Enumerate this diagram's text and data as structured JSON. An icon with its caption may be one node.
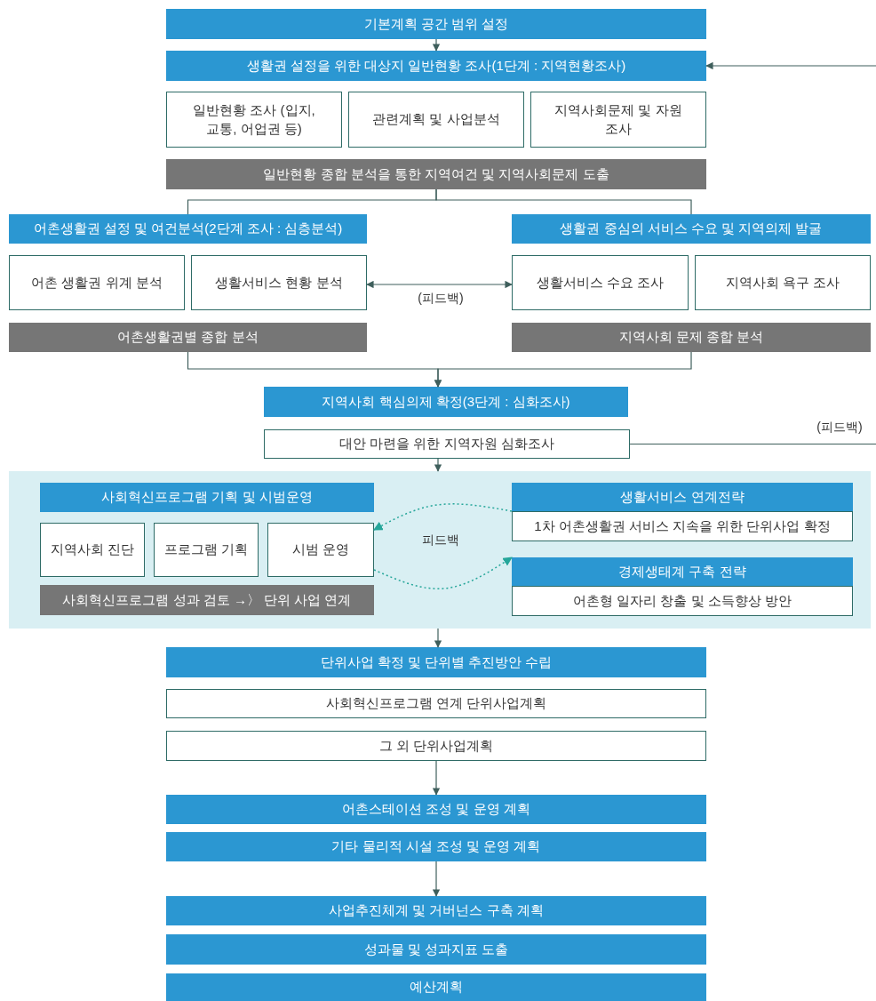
{
  "diagram": {
    "nodes": [
      {
        "text": [
          "기본계획 공간 범위 설정"
        ]
      },
      {
        "text": [
          "생활권 설정을 위한 대상지 일반현황 조사(1단계 : 지역현황조사)"
        ]
      },
      {
        "text": [
          "일반현황 조사 (입지, 교통, 어업권 등)"
        ]
      },
      {
        "text": [
          "관련계획 및 사업분석"
        ]
      },
      {
        "text": [
          "지역사회문제 및 자원조사"
        ]
      },
      {
        "text": [
          "일반현황 종합 분석을 통한 지역여건 및 지역사회문제 도출"
        ]
      },
      {
        "text": [
          "어촌생활권 설정 및 여건분석(2단계 조사 : 심층분석)"
        ]
      },
      {
        "text": [
          "어촌 생활권 위계 분석"
        ]
      },
      {
        "text": [
          "생활서비스 현황 분석"
        ]
      },
      {
        "text": [
          "어촌생활권별 종합 분석"
        ]
      },
      {
        "text": [
          "생활권 중심의 서비스 수요 및 지역의제 발굴"
        ]
      },
      {
        "text": [
          "생활서비스 수요 조사"
        ]
      },
      {
        "text": [
          "지역사회 욕구 조사"
        ]
      },
      {
        "text": [
          "지역사회 문제 종합 분석"
        ]
      },
      {
        "text": [
          "지역사회 핵심의제 확정(3단계 : 심화조사)"
        ]
      },
      {
        "text": [
          "대안 마련을 위한 지역자원 심화조사"
        ]
      },
      {
        "text": [],
        "shape": "box"
      },
      {
        "text": [
          "사회혁신프로그램 기획 및 시범운영"
        ],
        "in": 16
      },
      {
        "text": [
          "지역사회 진단"
        ],
        "in": 16
      },
      {
        "text": [
          "프로그램 기획"
        ],
        "in": 16
      },
      {
        "text": [
          "시범 운영"
        ],
        "in": 16
      },
      {
        "text": [
          "사회혁신프로그램 성과 검토 →〉 단위 사업 연계"
        ],
        "in": 16
      },
      {
        "text": [
          "생활서비스 연계전략"
        ],
        "in": 16
      },
      {
        "text": [
          "1차 어촌생활권 서비스 지속을 위한 단위사업 확정"
        ],
        "in": 16
      },
      {
        "text": [
          "경제생태계 구축 전략"
        ],
        "in": 16
      },
      {
        "text": [
          "어촌형 일자리 창출 및 소득향상 방안"
        ],
        "in": 16
      },
      {
        "text": [
          "단위사업 확정 및 단위별 추진방안 수립"
        ]
      },
      {
        "text": [
          "사회혁신프로그램 연계 단위사업계획"
        ]
      },
      {
        "text": [
          "그 외 단위사업계획"
        ]
      },
      {
        "text": [
          "어촌스테이션 조성 및 운영 계획"
        ]
      },
      {
        "text": [
          "기타 물리적 시설 조성 및 운영 계획"
        ]
      },
      {
        "text": [
          "사업추진체계 및 거버넌스 구축 계획"
        ]
      },
      {
        "text": [
          "성과물 및 성과지표 도출"
        ]
      },
      {
        "text": [
          "예산계획"
        ]
      }
    ],
    "edges": [
      {
        "from": 0,
        "to": 1,
        "arrow": "to"
      },
      {
        "from": 15,
        "to": null,
        "arrow": "none",
        "label": "(피드백)"
      },
      {
        "from": null,
        "to": 1,
        "arrow": "to"
      },
      {
        "from": 5,
        "to": 6,
        "arrow": "none"
      },
      {
        "from": 5,
        "to": 10,
        "arrow": "none"
      },
      {
        "from": 9,
        "to": 14,
        "arrow": "to"
      },
      {
        "from": 13,
        "to": 14,
        "arrow": "to"
      },
      {
        "from": 8,
        "to": 11,
        "arrow": "both",
        "label": "(피드백)"
      },
      {
        "from": 15,
        "to": 16,
        "arrow": "to"
      },
      {
        "from": 22,
        "to": 20,
        "arrow": "to",
        "style": "dashed",
        "color": "#26a69a",
        "label": "피드백"
      },
      {
        "from": 20,
        "to": 24,
        "arrow": "to",
        "style": "dashed",
        "color": "#26a69a"
      },
      {
        "from": 16,
        "to": 26,
        "arrow": "to"
      },
      {
        "from": 28,
        "to": 29,
        "arrow": "to"
      },
      {
        "from": 30,
        "to": 31,
        "arrow": "to"
      }
    ]
  }
}
